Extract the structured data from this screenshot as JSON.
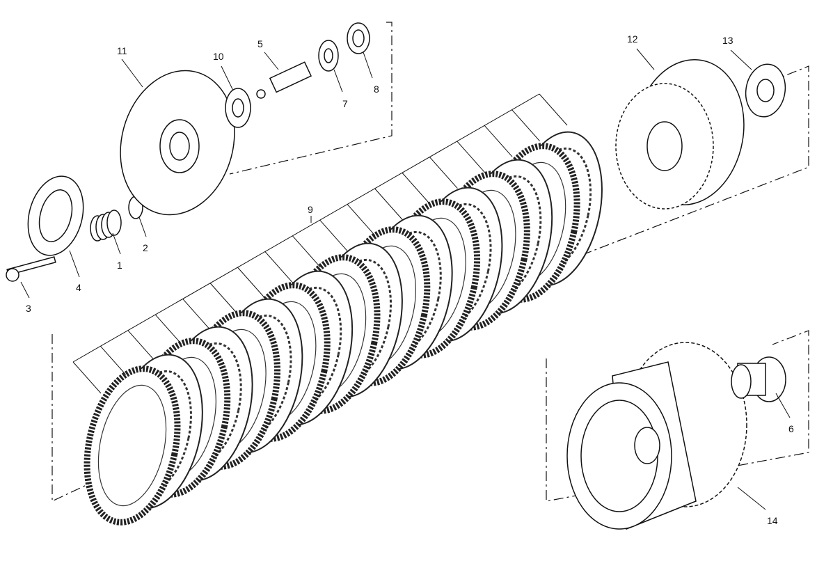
{
  "diagram": {
    "title": "Clutch exploded view",
    "callouts": [
      "1",
      "2",
      "3",
      "4",
      "5",
      "6",
      "7",
      "8",
      "9",
      "10",
      "11",
      "12",
      "13",
      "14"
    ]
  }
}
